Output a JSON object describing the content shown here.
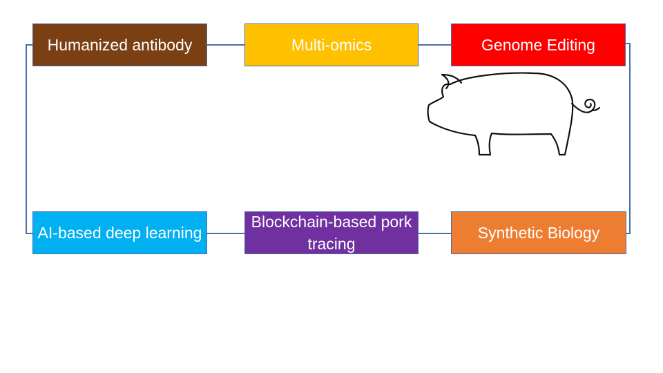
{
  "nodes": [
    {
      "id": "box-1",
      "label": "Humanized antibody",
      "color": "#7b3f14"
    },
    {
      "id": "box-2",
      "label": "Multi-omics",
      "color": "#ffc000"
    },
    {
      "id": "box-3",
      "label": "Genome Editing",
      "color": "#ff0000"
    },
    {
      "id": "box-4",
      "label": "AI-based deep learning",
      "color": "#00b0f0"
    },
    {
      "id": "box-5",
      "label": "Blockchain-based pork tracing",
      "color": "#7030a0"
    },
    {
      "id": "box-6",
      "label": "Synthetic Biology",
      "color": "#ed7d31"
    }
  ],
  "connector_color": "#4a6da7",
  "illustration": {
    "icon": "pig-outline-icon"
  }
}
